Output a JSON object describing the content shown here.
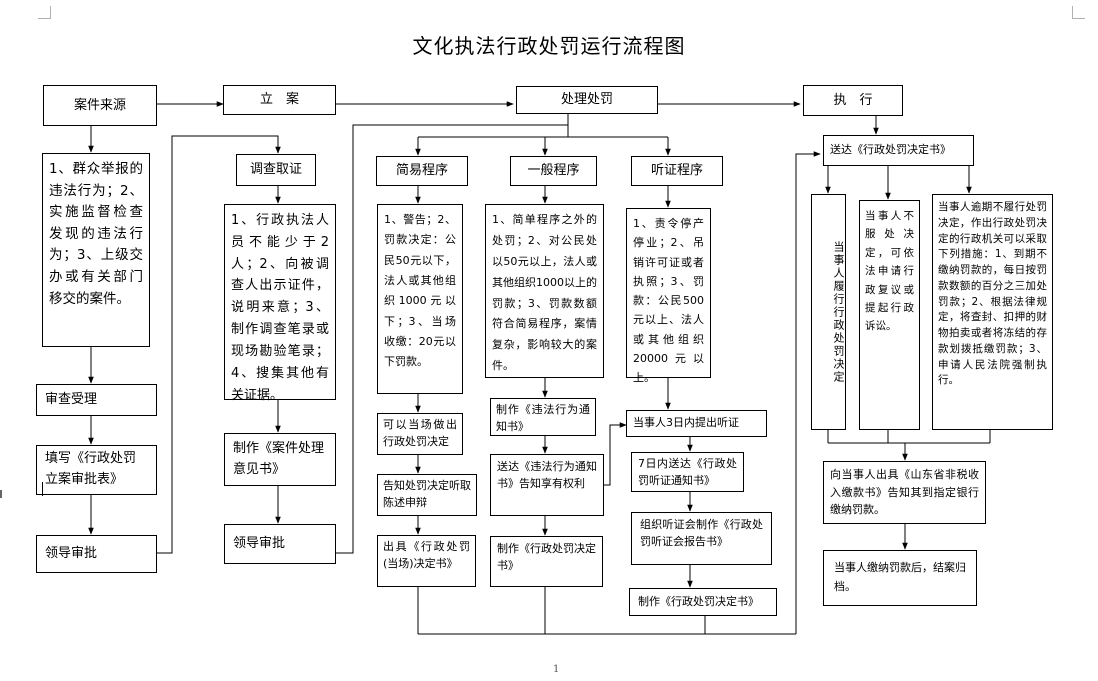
{
  "title": "文化执法行政处罚运行流程图",
  "page_number": "1",
  "boxes": {
    "source": "案件来源",
    "source_detail": "1、群众举报的违法行为；2、实施监督检查发现的违法行为；3、上级交办或有关部门移交的案件。",
    "review_accept": "审查受理",
    "fill_form": "填写《行政处罚立案审批表》",
    "leader1": "领导审批",
    "register": "立　案",
    "investigate": "调查取证",
    "investigate_detail": "1、行政执法人员不能少于2人；2、向被调查人出示证件，说明来意；3、制作调查笔录或现场勘验笔录；4、搜集其他有关证据。",
    "opinion": "制作《案件处理意见书》",
    "leader2": "领导审批",
    "handle": "处理处罚",
    "simple": "简易程序",
    "simple_detail": "1、警告；2、罚款决定：公民50元以下，法人或其他组织1000元以下；3、当场收缴：20元以下罚款。",
    "simple_step1": "可以当场做出行政处罚决定",
    "simple_step2": "告知处罚决定听取陈述申辩",
    "simple_step3": "出具《行政处罚(当场)决定书》",
    "general": "一般程序",
    "general_detail": "1、简单程序之外的处罚；2、对公民处以50元以上，法人或其他组织1000以上的罚款；3、罚款数额符合简易程序，案情复杂，影响较大的案件。",
    "general_step1": "制作《违法行为通知书》",
    "general_step2": "送达《违法行为通知书》告知享有权利",
    "general_step3": "制作《行政处罚决定书》",
    "hearing": "听证程序",
    "hearing_detail": "1、责令停产停业；2、吊销许可证或者执照；3、罚款：公民500元以上、法人或其他组织20000元以上。",
    "hearing_step1": "当事人3日内提出听证",
    "hearing_step2": "7日内送达《行政处罚听证通知书》",
    "hearing_step3": "组织听证会制作《行政处罚听证会报告书》",
    "hearing_step4": "制作《行政处罚决定书》",
    "execute": "执　行",
    "deliver": "送达《行政处罚决定书》",
    "exec_a": "当事人履行行政处罚决定",
    "exec_b": "当事人不服处决定，可依法申请行政复议或提起行政诉讼。",
    "exec_c": "当事人逾期不履行处罚决定，作出行政处罚决定的行政机关可以采取下列措施：1、到期不缴纳罚款的，每日按罚款数额的百分之三加处罚款；2、根据法律规定，将查封、扣押的财物拍卖或者将冻结的存款划拨抵缴罚款；3、申请人民法院强制执行。",
    "issue_receipt": "向当事人出具《山东省非税收入缴款书》告知其到指定银行缴纳罚款。",
    "close_case": "当事人缴纳罚款后，结案归档。"
  }
}
